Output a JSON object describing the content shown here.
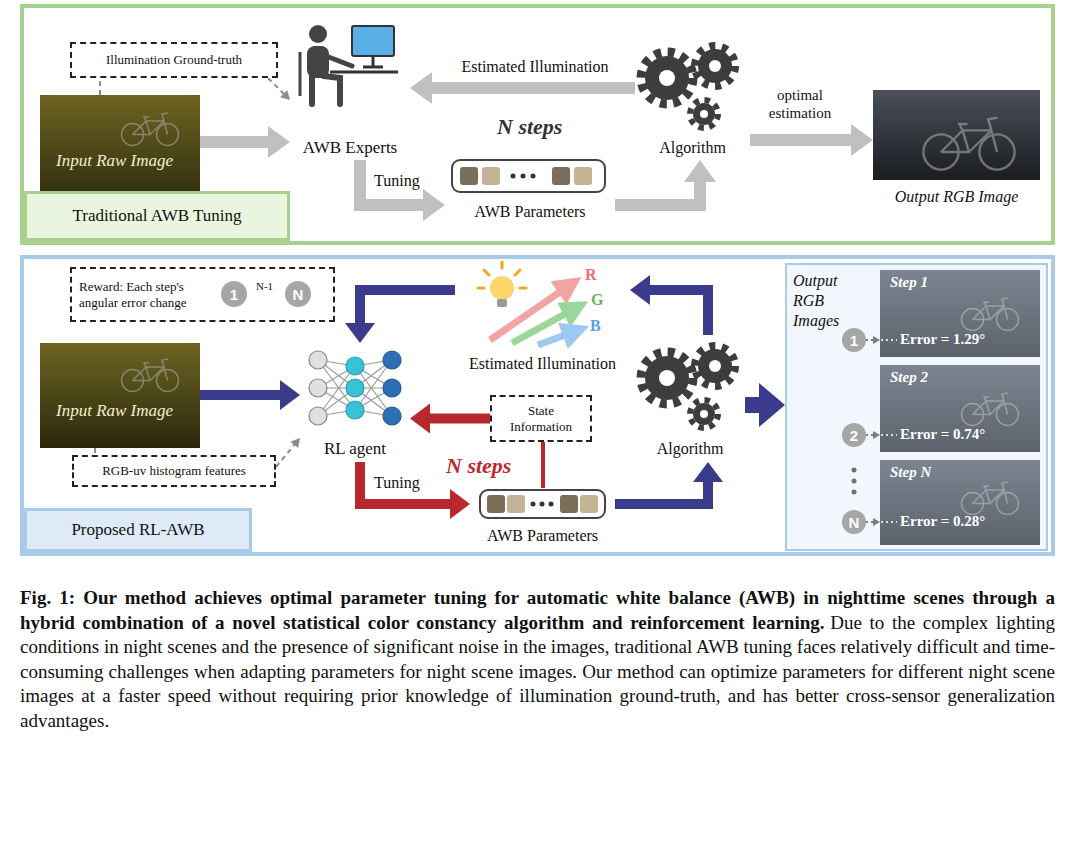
{
  "diagram": {
    "caption": "Fig. 1: Our method achieves optimal parameter tuning for automatic white balance (AWB) in nighttime scenes through a hybrid combination of a novel statistical color constancy algorithm and reinforcement learning.",
    "nodes": [
      {
        "text": [
          "Traditional AWB Tuning"
        ]
      },
      {
        "text": [
          "Illumination Ground-truth"
        ],
        "in": 0
      },
      {
        "text": [
          "Input Raw Image"
        ],
        "in": 0
      },
      {
        "text": [
          "AWB Experts"
        ],
        "in": 0
      },
      {
        "text": [
          "AWB Parameters"
        ],
        "in": 0
      },
      {
        "text": [
          "Algorithm"
        ],
        "in": 0
      },
      {
        "text": [
          "Output RGB Image"
        ],
        "in": 0
      },
      {
        "text": [
          "Proposed RL-AWB"
        ]
      },
      {
        "text": [
          "Reward: Each step's angular error change"
        ],
        "in": 7
      },
      {
        "text": [
          "1"
        ],
        "in": 8
      },
      {
        "text": [
          "N"
        ],
        "in": 8
      },
      {
        "text": [
          "Input Raw Image"
        ],
        "in": 7
      },
      {
        "text": [
          "RGB-uv histogram features"
        ],
        "in": 7
      },
      {
        "text": [
          "RL agent"
        ],
        "in": 7
      },
      {
        "text": [
          "Estimated Illumination"
        ],
        "in": 7
      },
      {
        "text": [
          "State Information"
        ],
        "in": 7
      },
      {
        "text": [
          "AWB Parameters"
        ],
        "in": 7
      },
      {
        "text": [
          "Algorithm"
        ],
        "in": 7
      },
      {
        "text": [
          "Output RGB Images"
        ],
        "in": 7
      },
      {
        "text": [
          "1"
        ],
        "in": 18
      },
      {
        "text": [
          "Step 1",
          "Error = 1.29°"
        ],
        "in": 18
      },
      {
        "text": [
          "2"
        ],
        "in": 18
      },
      {
        "text": [
          "Step 2",
          "Error = 0.74°"
        ],
        "in": 18
      },
      {
        "text": [
          "N"
        ],
        "in": 18
      },
      {
        "text": [
          "Step N",
          "Error = 0.28°"
        ],
        "in": 18
      }
    ],
    "edges": [
      {
        "from": 2,
        "to": 1,
        "arrow": "none"
      },
      {
        "from": 1,
        "to": 3,
        "arrow": "to"
      },
      {
        "from": 2,
        "to": 3,
        "arrow": "to"
      },
      {
        "from": 5,
        "to": 3,
        "arrow": "to",
        "label": "Estimated Illumination"
      },
      {
        "from": 3,
        "to": 4,
        "arrow": "to",
        "label": "Tuning"
      },
      {
        "from": 4,
        "to": 5,
        "arrow": "to"
      },
      {
        "from": 5,
        "to": 6,
        "arrow": "to",
        "label": "optimal estimation"
      },
      {
        "from": 11,
        "to": 12,
        "arrow": "none"
      },
      {
        "from": 12,
        "to": 13,
        "arrow": "to"
      },
      {
        "from": 11,
        "to": 13,
        "arrow": "to"
      },
      {
        "from": 14,
        "to": 13,
        "arrow": "to"
      },
      {
        "from": 17,
        "to": 14,
        "arrow": "to"
      },
      {
        "from": 15,
        "to": 13,
        "arrow": "to"
      },
      {
        "from": 16,
        "to": 15,
        "arrow": "none"
      },
      {
        "from": 13,
        "to": 16,
        "arrow": "to",
        "label": "Tuning"
      },
      {
        "from": 16,
        "to": 17,
        "arrow": "to"
      },
      {
        "from": 17,
        "to": 18,
        "arrow": "to"
      },
      {
        "from": 19,
        "to": 20,
        "arrow": "to"
      },
      {
        "from": 21,
        "to": 22,
        "arrow": "to"
      },
      {
        "from": 23,
        "to": 24,
        "arrow": "to"
      }
    ],
    "labels": [
      "N steps",
      "N-1",
      "R",
      "G",
      "B",
      "N steps",
      "Due to the complex lighting conditions in night scenes and the presence of significant noise in the images, traditional AWB tuning faces relatively difficult and time-consuming challenges when adapting parameters for night scene images. Our method can optimize parameters for different night scene images at a faster speed without requiring prior knowledge of illumination ground-truth, and has better cross-sensor generalization advantages."
    ]
  }
}
